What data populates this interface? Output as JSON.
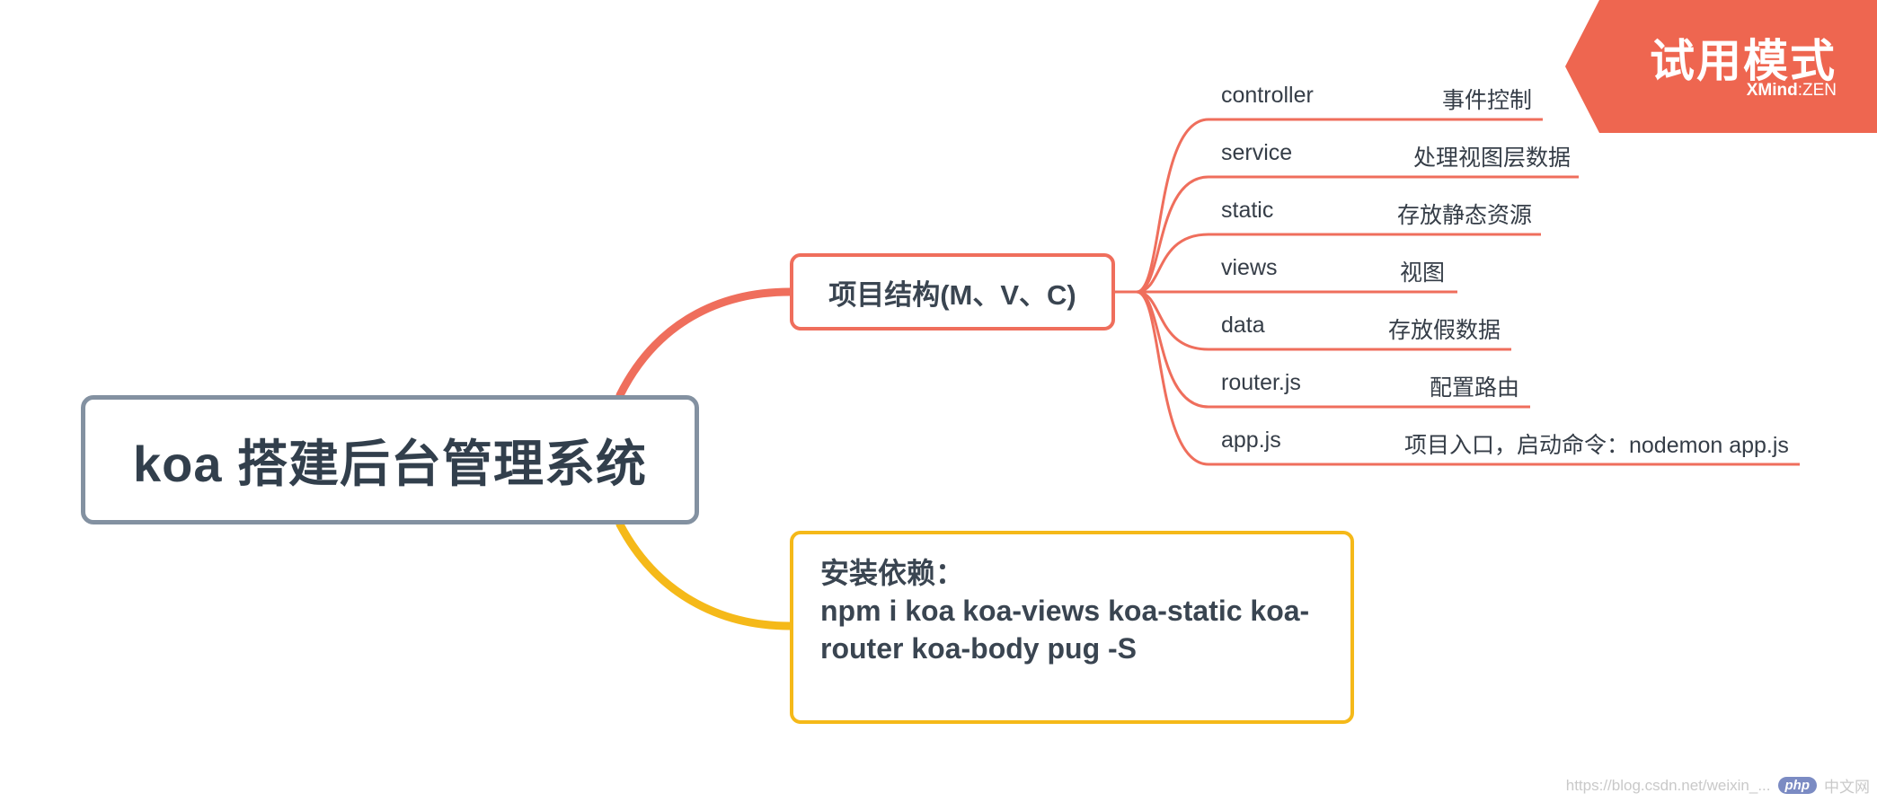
{
  "root": {
    "title": "koa 搭建后台管理系统"
  },
  "structure": {
    "title": "项目结构(M、V、C)",
    "items": [
      {
        "label": "controller",
        "desc": "事件控制"
      },
      {
        "label": "service",
        "desc": "处理视图层数据"
      },
      {
        "label": "static",
        "desc": "存放静态资源"
      },
      {
        "label": "views",
        "desc": "视图"
      },
      {
        "label": "data",
        "desc": "存放假数据"
      },
      {
        "label": "router.js",
        "desc": "配置路由"
      },
      {
        "label": "app.js",
        "desc": "项目入口，启动命令：nodemon app.js"
      }
    ]
  },
  "install": {
    "line1": "安装依赖：",
    "line2": "npm i koa koa-views koa-static koa-",
    "line3": "router koa-body pug -S"
  },
  "badge": {
    "title": "试用模式",
    "brand_bold": "XMind",
    "brand_rest": ":ZEN"
  },
  "watermark": {
    "logo": "php",
    "site": "中文网",
    "url": "https://blog.csdn.net/weixin_..."
  },
  "colors": {
    "branch1": "#ef6e5c",
    "branch2": "#f5b919",
    "root_border": "#8391a1",
    "badge": "#ee6650"
  }
}
